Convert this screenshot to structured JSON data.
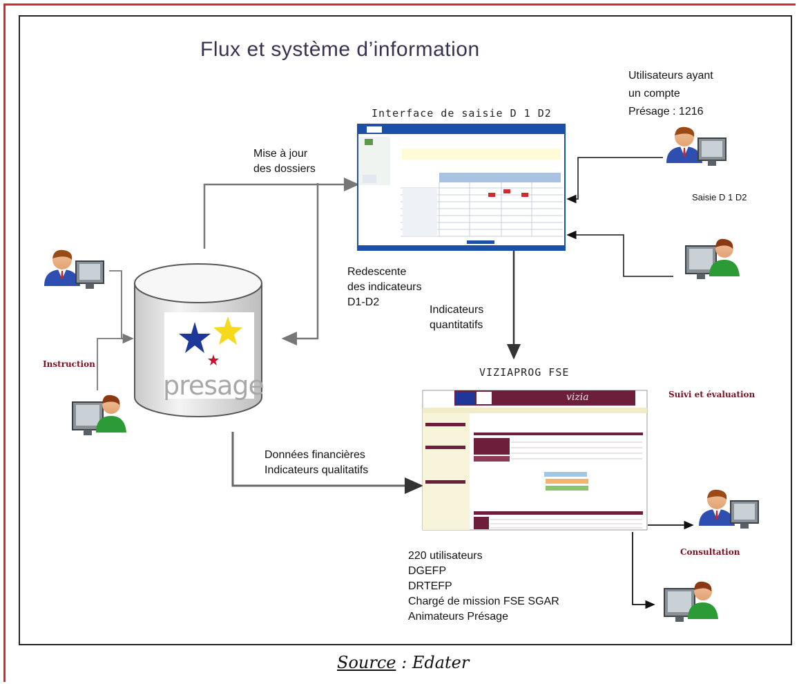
{
  "title": "Flux et système d’information",
  "source": {
    "label": "Source",
    "value": " : Edater"
  },
  "database": {
    "logo_text": "presage"
  },
  "interface_saisie": {
    "title": "Interface de saisie D  1 D2"
  },
  "viziaprog": {
    "title": "VIZIAPROG FSE",
    "banner_text": "vizia"
  },
  "labels": {
    "mise_a_jour": [
      "Mise à jour",
      "des dossiers"
    ],
    "redescente": [
      "Redescente",
      "des indicateurs",
      "D1-D2"
    ],
    "indicateurs_quantitatifs": [
      "Indicateurs",
      "quantitatifs"
    ],
    "donnees_financieres": [
      "Données financières",
      "Indicateurs qualitatifs"
    ],
    "utilisateurs_compte": [
      "Utilisateurs ayant",
      "un compte",
      "Présage  : 1216"
    ],
    "saisie_d1d2": "Saisie D 1 D2",
    "instruction": "Instruction",
    "suivi_evaluation": "Suivi et évaluation",
    "consultation": "Consultation",
    "utilisateurs_list": [
      "220 utilisateurs",
      "DGEFP",
      "DRTEFP",
      "Chargé de mission FSE SGAR",
      "Animateurs Présage"
    ]
  },
  "colors": {
    "accent_red": "#d42a2a",
    "label_red": "#7a0f20",
    "arrow_gray": "#777777",
    "arrow_dark": "#333333",
    "screen_blue": "#1c4fa8",
    "vizia_burgundy": "#6d1e3a"
  },
  "icons": [
    "user-at-computer-icon",
    "database-cylinder-icon",
    "presage-stars-logo"
  ]
}
